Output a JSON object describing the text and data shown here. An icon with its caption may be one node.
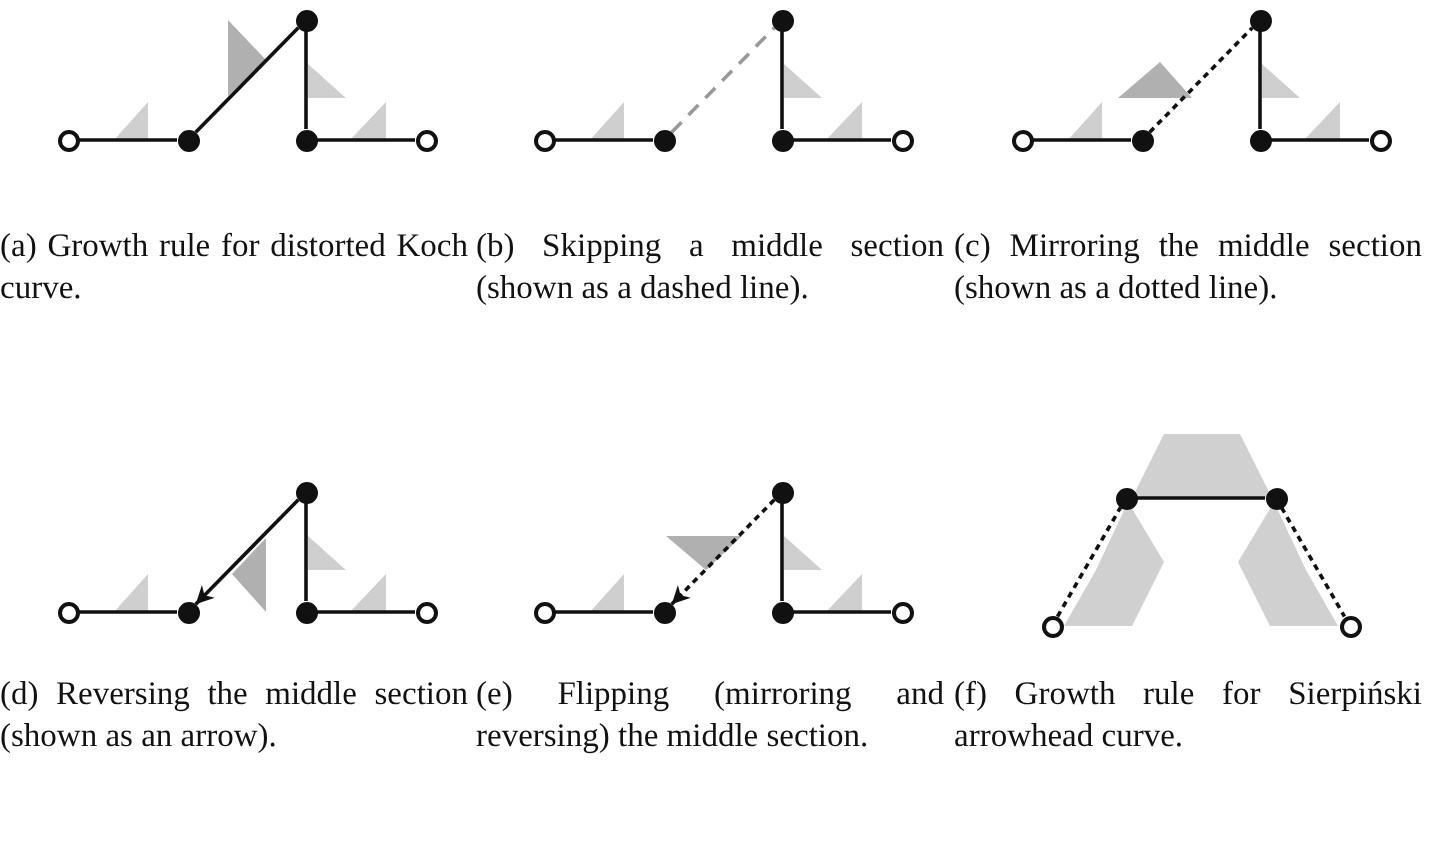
{
  "diagram": {
    "nodes": [
      {
        "text": [],
        "shape": "circle"
      },
      {
        "text": [],
        "shape": "circle"
      },
      {
        "text": [],
        "shape": "circle"
      },
      {
        "text": [],
        "shape": "circle"
      },
      {
        "text": [],
        "shape": "circle"
      },
      {
        "text": [],
        "shape": "circle"
      },
      {
        "text": [],
        "shape": "circle"
      },
      {
        "text": [],
        "shape": "circle"
      },
      {
        "text": [],
        "shape": "circle"
      },
      {
        "text": [],
        "shape": "circle"
      },
      {
        "text": [],
        "shape": "circle"
      },
      {
        "text": [],
        "shape": "circle"
      },
      {
        "text": [],
        "shape": "circle"
      },
      {
        "text": [],
        "shape": "circle"
      },
      {
        "text": [],
        "shape": "circle"
      },
      {
        "text": [],
        "shape": "circle"
      },
      {
        "text": [],
        "shape": "circle"
      },
      {
        "text": [],
        "shape": "circle"
      },
      {
        "text": [],
        "shape": "circle"
      },
      {
        "text": [],
        "shape": "circle"
      },
      {
        "text": [],
        "shape": "circle"
      },
      {
        "text": [],
        "shape": "circle"
      },
      {
        "text": [],
        "shape": "circle"
      },
      {
        "text": [],
        "shape": "circle"
      },
      {
        "text": [],
        "shape": "circle"
      },
      {
        "text": [],
        "shape": "circle"
      },
      {
        "text": [],
        "shape": "circle"
      },
      {
        "text": [],
        "shape": "circle"
      },
      {
        "text": [],
        "shape": "circle"
      }
    ],
    "edges": [
      {
        "from": 0,
        "to": 1,
        "arrow": "none"
      },
      {
        "from": 1,
        "to": 2,
        "arrow": "none"
      },
      {
        "from": 2,
        "to": 3,
        "arrow": "none"
      },
      {
        "from": 3,
        "to": 4,
        "arrow": "none"
      },
      {
        "from": 5,
        "to": 6,
        "arrow": "none"
      },
      {
        "from": 6,
        "to": 7,
        "arrow": "none",
        "style": "dashed",
        "color": "#999999"
      },
      {
        "from": 7,
        "to": 8,
        "arrow": "none"
      },
      {
        "from": 8,
        "to": 9,
        "arrow": "none"
      },
      {
        "from": 10,
        "to": 11,
        "arrow": "none"
      },
      {
        "from": 11,
        "to": 12,
        "arrow": "none",
        "style": "dashed"
      },
      {
        "from": 12,
        "to": 13,
        "arrow": "none"
      },
      {
        "from": 13,
        "to": 14,
        "arrow": "none"
      },
      {
        "from": 15,
        "to": 16,
        "arrow": "none"
      },
      {
        "from": 17,
        "to": 16,
        "arrow": "to"
      },
      {
        "from": 17,
        "to": 18,
        "arrow": "none"
      },
      {
        "from": 18,
        "to": 19,
        "arrow": "none"
      },
      {
        "from": 20,
        "to": 21,
        "arrow": "none"
      },
      {
        "from": 22,
        "to": 21,
        "arrow": "to",
        "style": "dashed"
      },
      {
        "from": 22,
        "to": 23,
        "arrow": "none"
      },
      {
        "from": 23,
        "to": 24,
        "arrow": "none"
      },
      {
        "from": 25,
        "to": 26,
        "arrow": "none",
        "style": "dashed"
      },
      {
        "from": 26,
        "to": 27,
        "arrow": "none"
      },
      {
        "from": 27,
        "to": 28,
        "arrow": "none",
        "style": "dashed"
      }
    ],
    "labels": [
      "(a) Growth rule for distorted Koch curve.",
      "(b) Skipping a middle section (shown as a dashed line).",
      "(c) Mirroring the middle section (shown as a dotted line).",
      "(d) Reversing the middle section (shown as an arrow).",
      "(e) Flipping (mirroring and reversing) the middle section.",
      "(f) Growth rule for Sierpiński arrowhead curve."
    ]
  }
}
